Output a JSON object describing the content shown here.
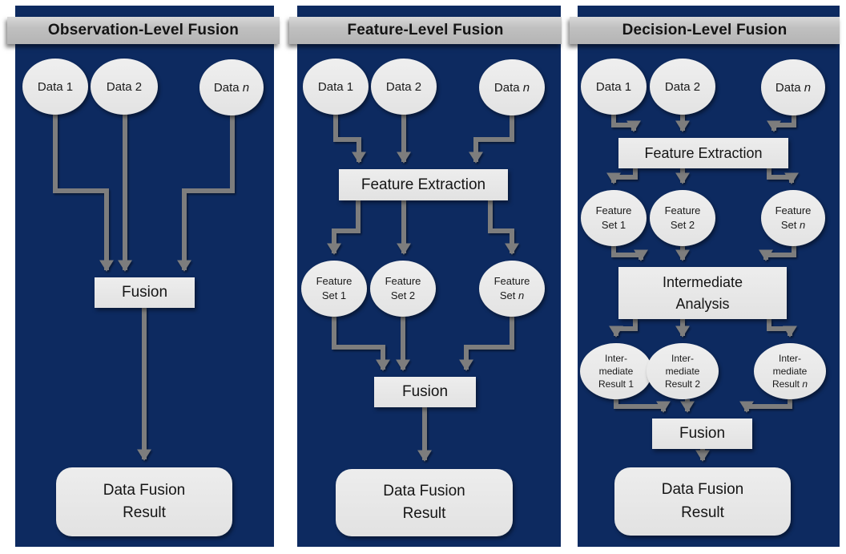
{
  "diagram": {
    "colors": {
      "panel_background": "#0d2a60",
      "header_bar": "#bfbfbf",
      "node_fill": "#e8e8e8",
      "connector_gray": "#7d7d7d",
      "title_text": "#141414"
    },
    "panels": [
      {
        "title": "Observation-Level Fusion",
        "d1": "Data 1",
        "d2": "Data 2",
        "dn": {
          "p": "Data ",
          "i": "n"
        },
        "fusion": "Fusion",
        "result": [
          "Data Fusion",
          "Result"
        ]
      },
      {
        "title": "Feature-Level Fusion",
        "d1": "Data 1",
        "d2": "Data 2",
        "dn": {
          "p": "Data ",
          "i": "n"
        },
        "feature_extraction": "Feature Extraction",
        "fs1": [
          "Feature",
          "Set 1"
        ],
        "fs2": [
          "Feature",
          "Set 2"
        ],
        "fsn": {
          "line1": "Feature",
          "p": "Set ",
          "i": "n"
        },
        "fusion": "Fusion",
        "result": [
          "Data Fusion",
          "Result"
        ]
      },
      {
        "title": "Decision-Level Fusion",
        "d1": "Data 1",
        "d2": "Data 2",
        "dn": {
          "p": "Data ",
          "i": "n"
        },
        "feature_extraction": "Feature Extraction",
        "fs1": [
          "Feature",
          "Set 1"
        ],
        "fs2": [
          "Feature",
          "Set 2"
        ],
        "fsn": {
          "line1": "Feature",
          "p": "Set ",
          "i": "n"
        },
        "intermediate_analysis": [
          "Intermediate",
          "Analysis"
        ],
        "ir1": [
          "Inter-",
          "mediate",
          "Result 1"
        ],
        "ir2": [
          "Inter-",
          "mediate",
          "Result 2"
        ],
        "irn": {
          "l1": "Inter-",
          "l2": "mediate",
          "p": "Result ",
          "i": "n"
        },
        "fusion": "Fusion",
        "result": [
          "Data Fusion",
          "Result"
        ]
      }
    ]
  }
}
